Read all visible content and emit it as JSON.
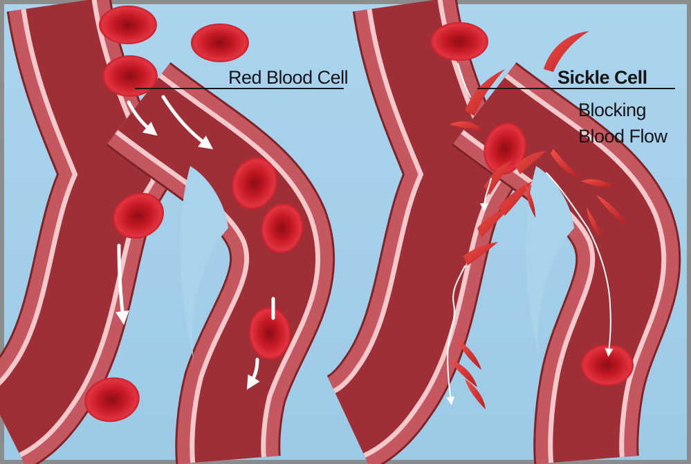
{
  "figure": {
    "left_panel": {
      "label": "Red Blood Cell"
    },
    "right_panel": {
      "label_title": "Sickle Cell",
      "label_line1": "Blocking",
      "label_line2": "Blood Flow"
    }
  },
  "colors": {
    "frame": "#8c8c8c",
    "background": "#a9d2ec",
    "vessel_wall": "#c4575f",
    "vessel_edge": "#7d2428",
    "vessel_lining": "#f3c9cb",
    "blood": "#9e2f36",
    "red_blood_cell": "#d7232f",
    "sickle_cell": "#d9362f",
    "flow_arrow": "#ffffff"
  }
}
